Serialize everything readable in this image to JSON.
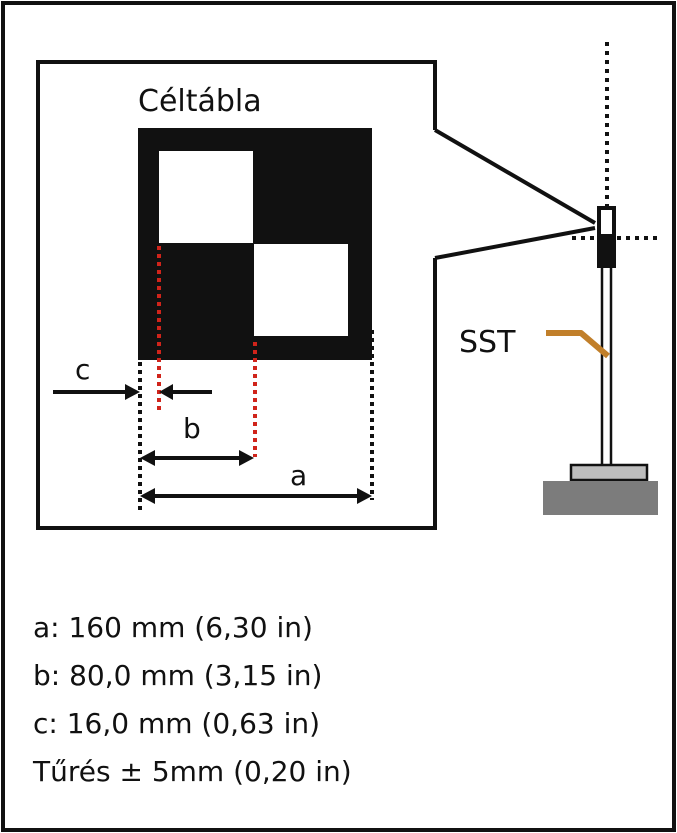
{
  "diagram": {
    "target_title": "Céltábla",
    "sensor_label": "SST",
    "dim_a": "a",
    "dim_b": "b",
    "dim_c": "c"
  },
  "specs": [
    "a:  160 mm (6,30 in)",
    "b:  80,0 mm (3,15 in)",
    "c:  16,0 mm (0,63 in)",
    "Tűrés ± 5mm (0,20 in)"
  ],
  "colors": {
    "line": "#111111",
    "red_marker": "#d0241b",
    "arm": "#c17f2a",
    "base_gray": "#7c7c7c",
    "puck_gray": "#bdbdbd"
  }
}
